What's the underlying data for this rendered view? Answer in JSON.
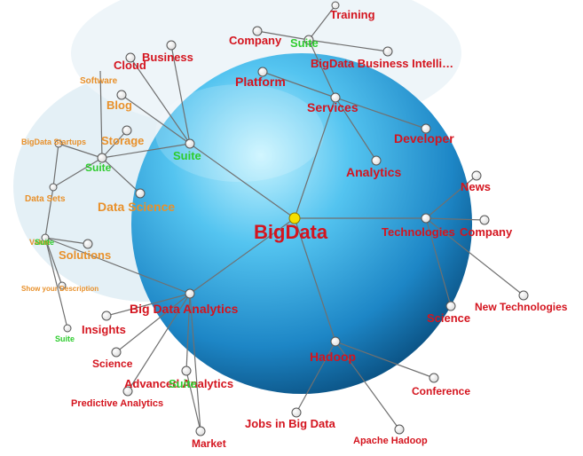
{
  "colors": {
    "red": "#d4141e",
    "orange": "#e8902a",
    "green": "#2ecc2e",
    "line": "#707070",
    "sphere_light": "#bff0ff",
    "sphere_mid": "#39aee6",
    "sphere_dark": "#0b5a90",
    "center_node": "#f5e000"
  },
  "labels": {
    "center": "BigData",
    "training": "Training",
    "company_top": "Company",
    "suite_top": "Suite",
    "bigdata_bi": "BigData Business Intelli…",
    "business": "Business",
    "cloud": "Cloud",
    "software": "Software",
    "platform": "Platform",
    "services": "Services",
    "blog": "Blog",
    "developer": "Developer",
    "bigdata_startups": "BigData Startups",
    "storage": "Storage",
    "suite_left": "Suite",
    "suite_mid": "Suite",
    "analytics": "Analytics",
    "data_sets": "Data Sets",
    "data_science": "Data Science",
    "news": "News",
    "value": "Value",
    "suite_value": "Suite",
    "technologies": "Technologies",
    "company_right": "Company",
    "solutions": "Solutions",
    "show_description": "Show your Description",
    "new_technologies": "New Technologies",
    "big_data_analytics": "Big Data Analytics",
    "science_right": "Science",
    "insights": "Insights",
    "suite_bottom_left": "Suite",
    "science_left": "Science",
    "hadoop": "Hadoop",
    "advanced_analytics": "Advanced Analytics",
    "suite_adv": "Suite",
    "conference": "Conference",
    "predictive_analytics": "Predictive Analytics",
    "jobs": "Jobs in Big Data",
    "apache_hadoop": "Apache Hadoop",
    "market": "Market"
  }
}
